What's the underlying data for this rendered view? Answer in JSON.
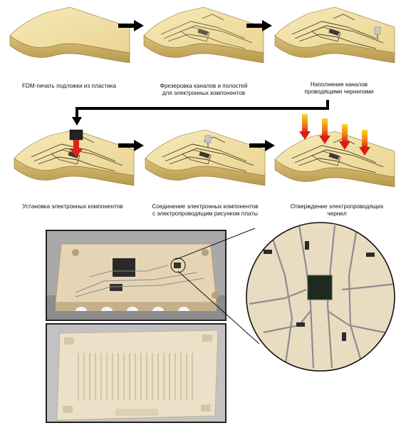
{
  "steps": [
    {
      "caption_l1": "FDM-печать подложки из пластика",
      "caption_l2": ""
    },
    {
      "caption_l1": "Фрезеровка каналов и полостей",
      "caption_l2": "для электронных компонентов"
    },
    {
      "caption_l1": "Наполнение каналов",
      "caption_l2": "проводящими чернилами"
    },
    {
      "caption_l1": "Установка электронных компонентов",
      "caption_l2": ""
    },
    {
      "caption_l1": "Соединение электронных компонентов",
      "caption_l2": "с электропроводящим рисунком платы"
    },
    {
      "caption_l1": "Отверждение электропроводящих",
      "caption_l2": "чернил"
    }
  ],
  "colors": {
    "board_top": "#f2e3a4",
    "board_side": "#c9ad63",
    "arrow": "#000000",
    "heat_top": "#f7d21a",
    "heat_bottom": "#e0211a",
    "photo_plastic": "#ead9b7"
  }
}
